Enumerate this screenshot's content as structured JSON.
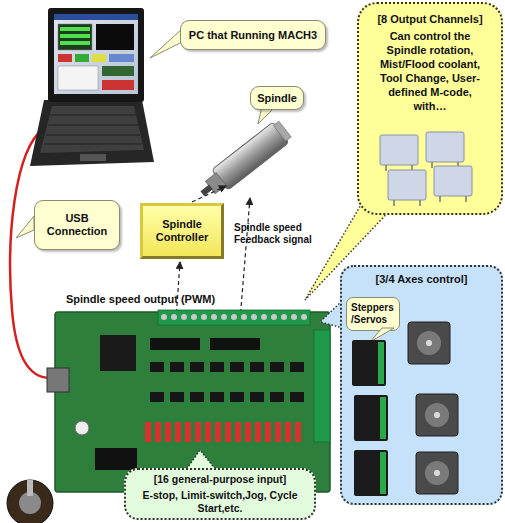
{
  "diagram": {
    "nodes": [
      {
        "text": [
          "PC that Running MACH3"
        ]
      },
      {
        "text": [
          "Spindle"
        ]
      },
      {
        "text": [
          "[8 Output Channels]",
          "Can control the Spindle rotation, Mist/Flood coolant, Tool Change, User-defined M-code, with…"
        ]
      },
      {
        "text": [
          "USB Connection"
        ]
      },
      {
        "text": [
          "Spindle Controller"
        ]
      },
      {
        "text": [
          "[3/4 Axes control]"
        ]
      },
      {
        "text": [
          "Steppers /Servos"
        ],
        "in": 5
      },
      {
        "text": [
          "[16 general-purpose input]",
          "E-stop, Limit-switch,Jog, Cycle Start,etc."
        ]
      }
    ],
    "labels": [
      "Spindle speed Feedback signal",
      "Spindle speed output (PWM)"
    ]
  }
}
